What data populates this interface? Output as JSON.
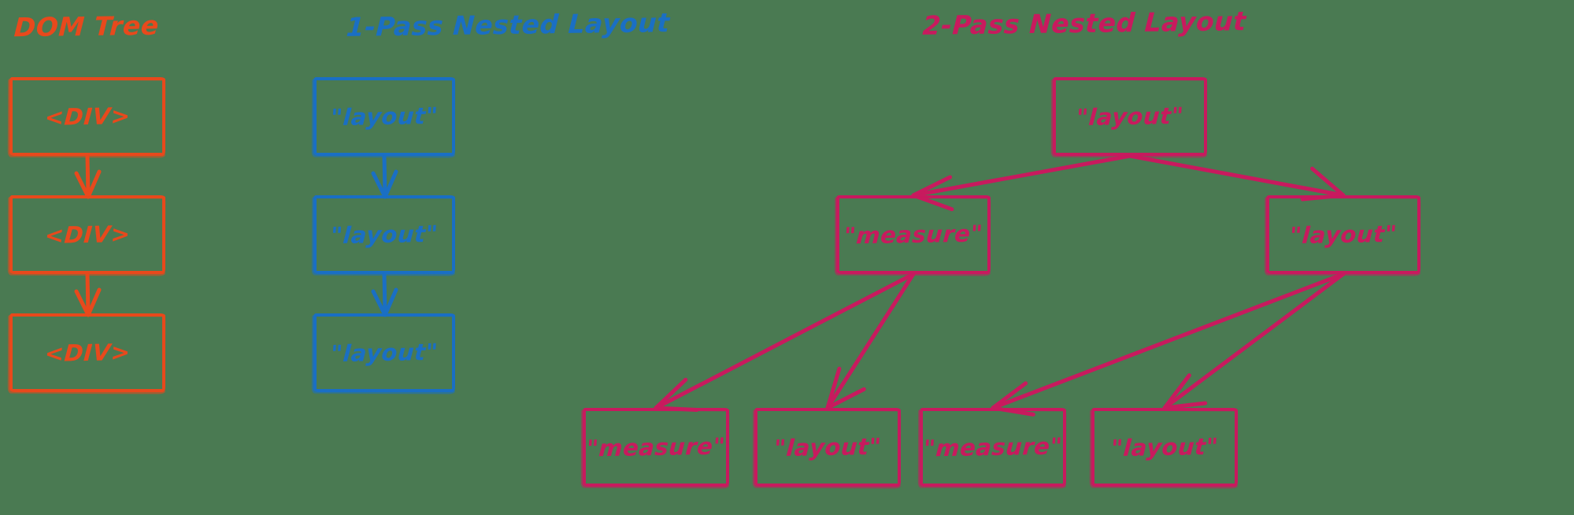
{
  "columns": [
    {
      "id": "dom-tree",
      "title": "DOM Tree",
      "color": "#e8491c",
      "nodes": [
        {
          "label": "<DIV>"
        },
        {
          "label": "<DIV>"
        },
        {
          "label": "<DIV>"
        }
      ]
    },
    {
      "id": "one-pass",
      "title": "1-Pass Nested Layout",
      "color": "#1a6fc4",
      "nodes": [
        {
          "label": "\"layout\""
        },
        {
          "label": "\"layout\""
        },
        {
          "label": "\"layout\""
        }
      ]
    },
    {
      "id": "two-pass",
      "title": "2-Pass Nested Layout",
      "color": "#c81a5e",
      "nodes": [
        {
          "label": "\"layout\""
        },
        {
          "label": "\"measure\""
        },
        {
          "label": "\"layout\""
        },
        {
          "label": "\"measure\""
        },
        {
          "label": "\"layout\""
        },
        {
          "label": "\"measure\""
        },
        {
          "label": "\"layout\""
        }
      ]
    }
  ],
  "background_color": "#4a7a52"
}
